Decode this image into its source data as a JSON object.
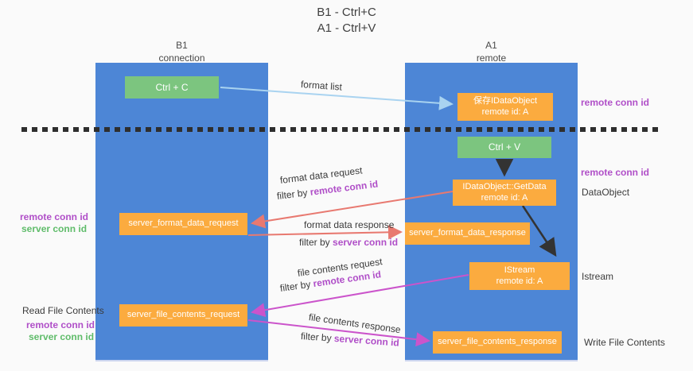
{
  "title": {
    "line1": "B1 - Ctrl+C",
    "line2": "A1 - Ctrl+V"
  },
  "lanes": {
    "left": {
      "name": "B1",
      "role": "connection"
    },
    "right": {
      "name": "A1",
      "role": "remote"
    }
  },
  "nodes": {
    "ctrl_c": {
      "label": "Ctrl + C"
    },
    "ctrl_v": {
      "label": "Ctrl + V"
    },
    "save_idataobject": {
      "line1": "保存IDataObject",
      "line2": "remote id: A"
    },
    "idataobject_getdata": {
      "line1": "IDataObject::GetData",
      "line2": "remote id: A"
    },
    "istream": {
      "line1": "IStream",
      "line2": "remote id: A"
    },
    "server_format_data_request": {
      "label": "server_format_data_request"
    },
    "server_format_data_response": {
      "label": "server_format_data_response"
    },
    "server_file_contents_request": {
      "label": "server_file_contents_request"
    },
    "server_file_contents_response": {
      "label": "server_file_contents_response"
    }
  },
  "arrow_labels": {
    "format_list": "format list",
    "format_data_request": "format data request",
    "format_data_response": "format data response",
    "file_contents_request": "file contents request",
    "file_contents_response": "file contents response",
    "filter_by": "filter by ",
    "remote_conn_id": "remote conn id",
    "server_conn_id": "server conn id"
  },
  "annotations": {
    "right_top_remote_conn_id": "remote conn id",
    "right_mid_remote_conn_id": "remote conn id",
    "dataobject": "DataObject",
    "istream": "Istream",
    "write_file_contents": "Write File Contents",
    "read_file_contents": "Read File Contents",
    "left_remote_conn_id_1": "remote conn id",
    "left_server_conn_id_1": "server conn id",
    "left_remote_conn_id_2": "remote conn id",
    "left_server_conn_id_2": "server conn id"
  },
  "colors": {
    "lane_blue": "#4d86d6",
    "box_green": "#7cc57f",
    "box_orange": "#fbab3f",
    "purple_text": "#b04fc8",
    "green_text": "#5fbc6a",
    "arrow_red": "#e87970",
    "arrow_magenta": "#cb54cb",
    "arrow_lightblue": "#a9d3f0",
    "arrow_black": "#333333",
    "dashed_line": "#2e2e2e",
    "background": "#fafafa"
  }
}
